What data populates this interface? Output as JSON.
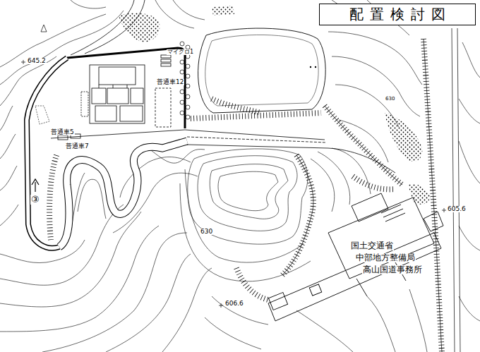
{
  "diagram": {
    "title": "配置検討図",
    "labels": [
      "645.2",
      "マイクロ1",
      "普通車12",
      "普通車5",
      "普通車7",
      "③",
      "630",
      "606.6",
      "605.6",
      "630",
      "国土交通省",
      "中部地方整備局",
      "高山国道事務所"
    ]
  }
}
